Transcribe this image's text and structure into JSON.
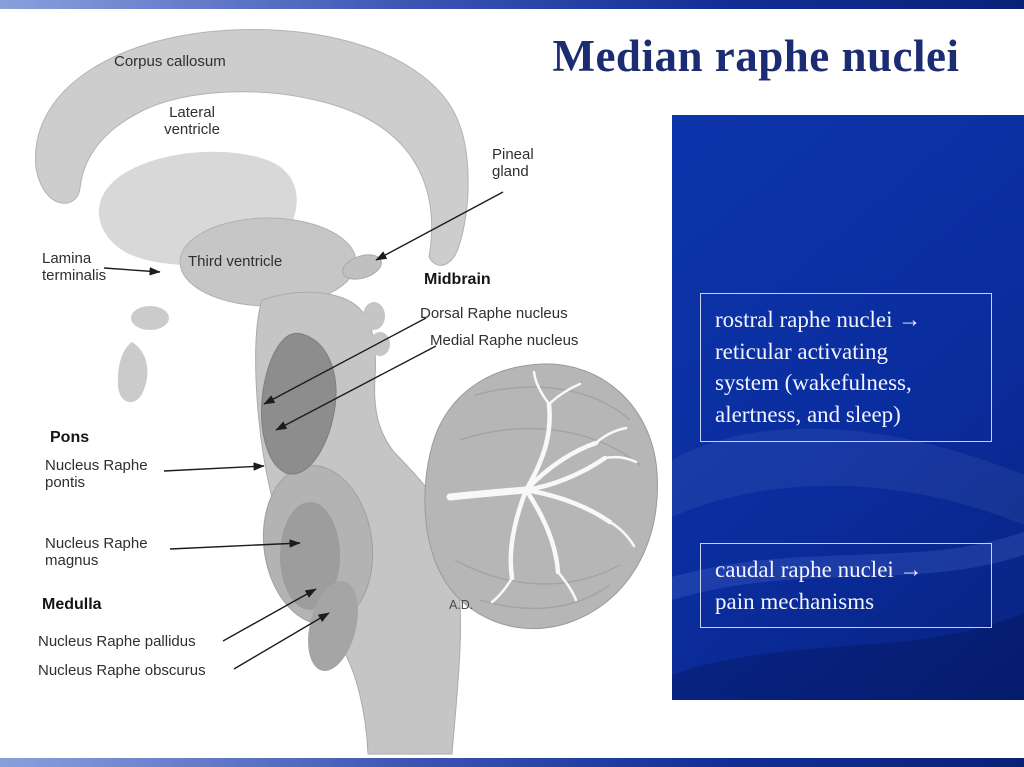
{
  "slide": {
    "title": "Median raphe nuclei"
  },
  "info_boxes": [
    {
      "text": "rostral raphe nuclei →\nreticular activating\nsystem (wakefulness,\nalertness, and sleep)"
    },
    {
      "text": "caudal raphe nuclei →\npain mechanisms"
    }
  ],
  "diagram": {
    "labels": {
      "corpus_callosum": "Corpus callosum",
      "lateral_ventricle": "Lateral\nventricle",
      "pineal_gland": "Pineal\ngland",
      "lamina_terminalis": "Lamina\nterminalis",
      "third_ventricle": "Third ventricle",
      "midbrain": "Midbrain",
      "dorsal_raphe": "Dorsal Raphe nucleus",
      "medial_raphe": "Medial Raphe nucleus",
      "pons": "Pons",
      "raphe_pontis": "Nucleus Raphe\npontis",
      "raphe_magnus": "Nucleus Raphe\nmagnus",
      "medulla": "Medulla",
      "raphe_pallidus": "Nucleus Raphe pallidus",
      "raphe_obscurus": "Nucleus Raphe obscurus",
      "signature": "A.D."
    }
  },
  "colors": {
    "panel_blue": "#0a2d9e",
    "title_navy": "#1c2c72",
    "box_border": "#c7d2ef",
    "box_text": "#f2f4ff",
    "strip_blue_light": "#8aa0dd",
    "strip_blue_dark": "#0a2178",
    "diagram_gray_light": "#c5c5c5",
    "diagram_gray_dark": "#8d8d8d"
  }
}
